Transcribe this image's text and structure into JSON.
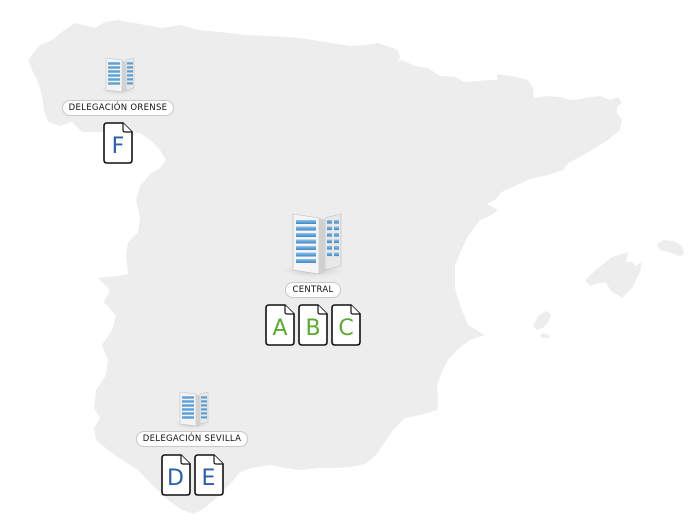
{
  "map": {
    "region": "Spain",
    "land_color": "#ededed",
    "background_color": "#ffffff"
  },
  "colors": {
    "central_doc_letter": "#5aab2e",
    "branch_doc_letter": "#2a5fb0",
    "label_border": "#c9c9c9"
  },
  "sites": [
    {
      "id": "orense",
      "label": "DELEGACIÓN ORENSE",
      "icon": "office-building-icon",
      "size": "small",
      "documents": [
        {
          "letter": "F",
          "color": "#2a5fb0"
        }
      ]
    },
    {
      "id": "central",
      "label": "CENTRAL",
      "icon": "office-building-icon",
      "size": "large",
      "documents": [
        {
          "letter": "A",
          "color": "#5aab2e"
        },
        {
          "letter": "B",
          "color": "#5aab2e"
        },
        {
          "letter": "C",
          "color": "#5aab2e"
        }
      ]
    },
    {
      "id": "sevilla",
      "label": "DELEGACIÓN SEVILLA",
      "icon": "office-building-icon",
      "size": "small",
      "documents": [
        {
          "letter": "D",
          "color": "#2a5fb0"
        },
        {
          "letter": "E",
          "color": "#2a5fb0"
        }
      ]
    }
  ]
}
